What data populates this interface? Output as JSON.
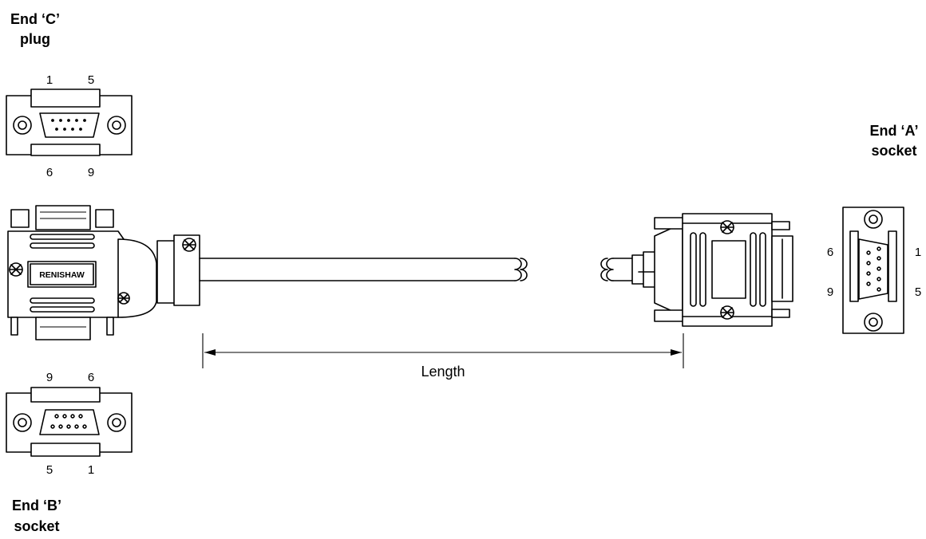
{
  "end_c": {
    "line1": "End ‘C’",
    "line2": "plug",
    "pins_top": [
      "1",
      "5"
    ],
    "pins_bottom": [
      "6",
      "9"
    ]
  },
  "end_a": {
    "line1": "End ‘A’",
    "line2": "socket",
    "pins_left": [
      "6",
      "9"
    ],
    "pins_right": [
      "1",
      "5"
    ]
  },
  "end_b": {
    "line1": "End ‘B’",
    "line2": "socket",
    "pins_top": [
      "9",
      "6"
    ],
    "pins_bottom": [
      "5",
      "1"
    ]
  },
  "cable": {
    "dimension_label": "Length",
    "brand_label": "RENISHAW"
  }
}
